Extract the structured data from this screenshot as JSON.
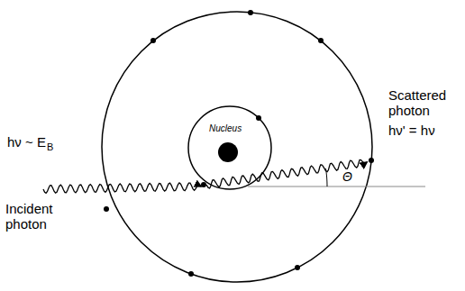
{
  "diagram": {
    "labels": [
      "Nucleus",
      "hν ~ E",
      "B",
      "Incident photon",
      "Scattered photon",
      "hν' = hν",
      "Θ"
    ]
  }
}
